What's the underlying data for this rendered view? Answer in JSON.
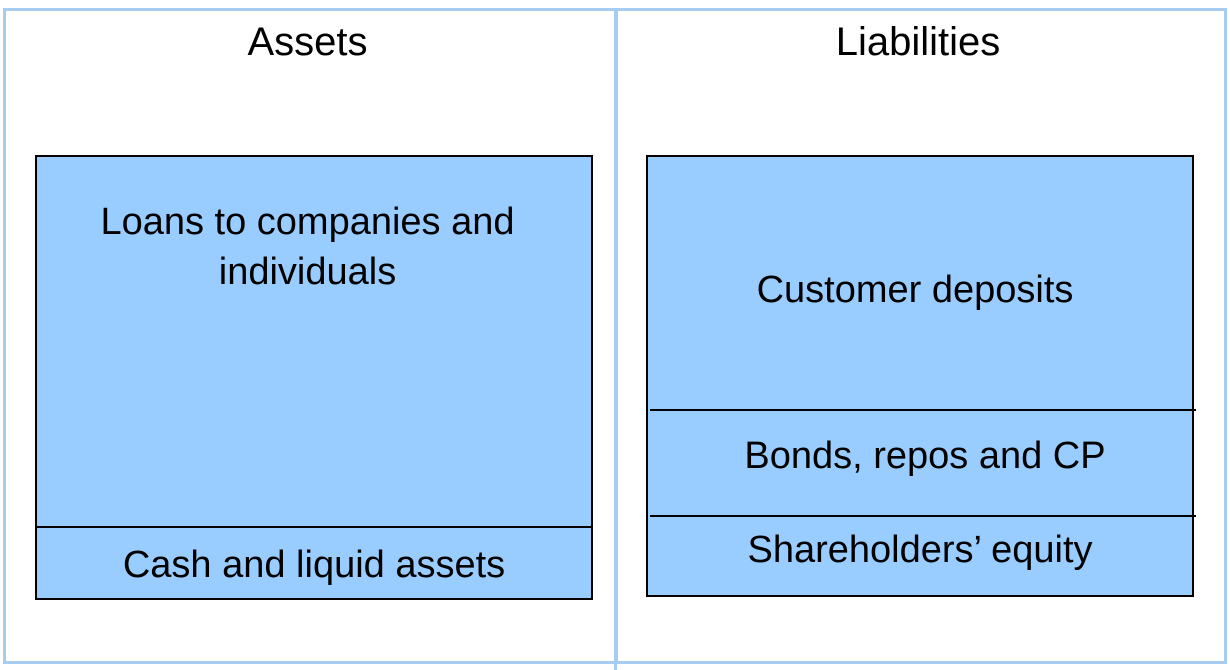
{
  "assets": {
    "heading": "Assets",
    "segments": [
      {
        "label_line1": "Loans to companies and",
        "label_line2": "individuals"
      },
      {
        "label": "Cash and liquid assets"
      }
    ]
  },
  "liabilities": {
    "heading": "Liabilities",
    "segments": [
      {
        "label": "Customer deposits"
      },
      {
        "label": "Bonds, repos and CP"
      },
      {
        "label": "Shareholders’ equity"
      }
    ]
  },
  "colors": {
    "box_fill": "#99ccff",
    "frame_border": "#a6cdf0"
  }
}
